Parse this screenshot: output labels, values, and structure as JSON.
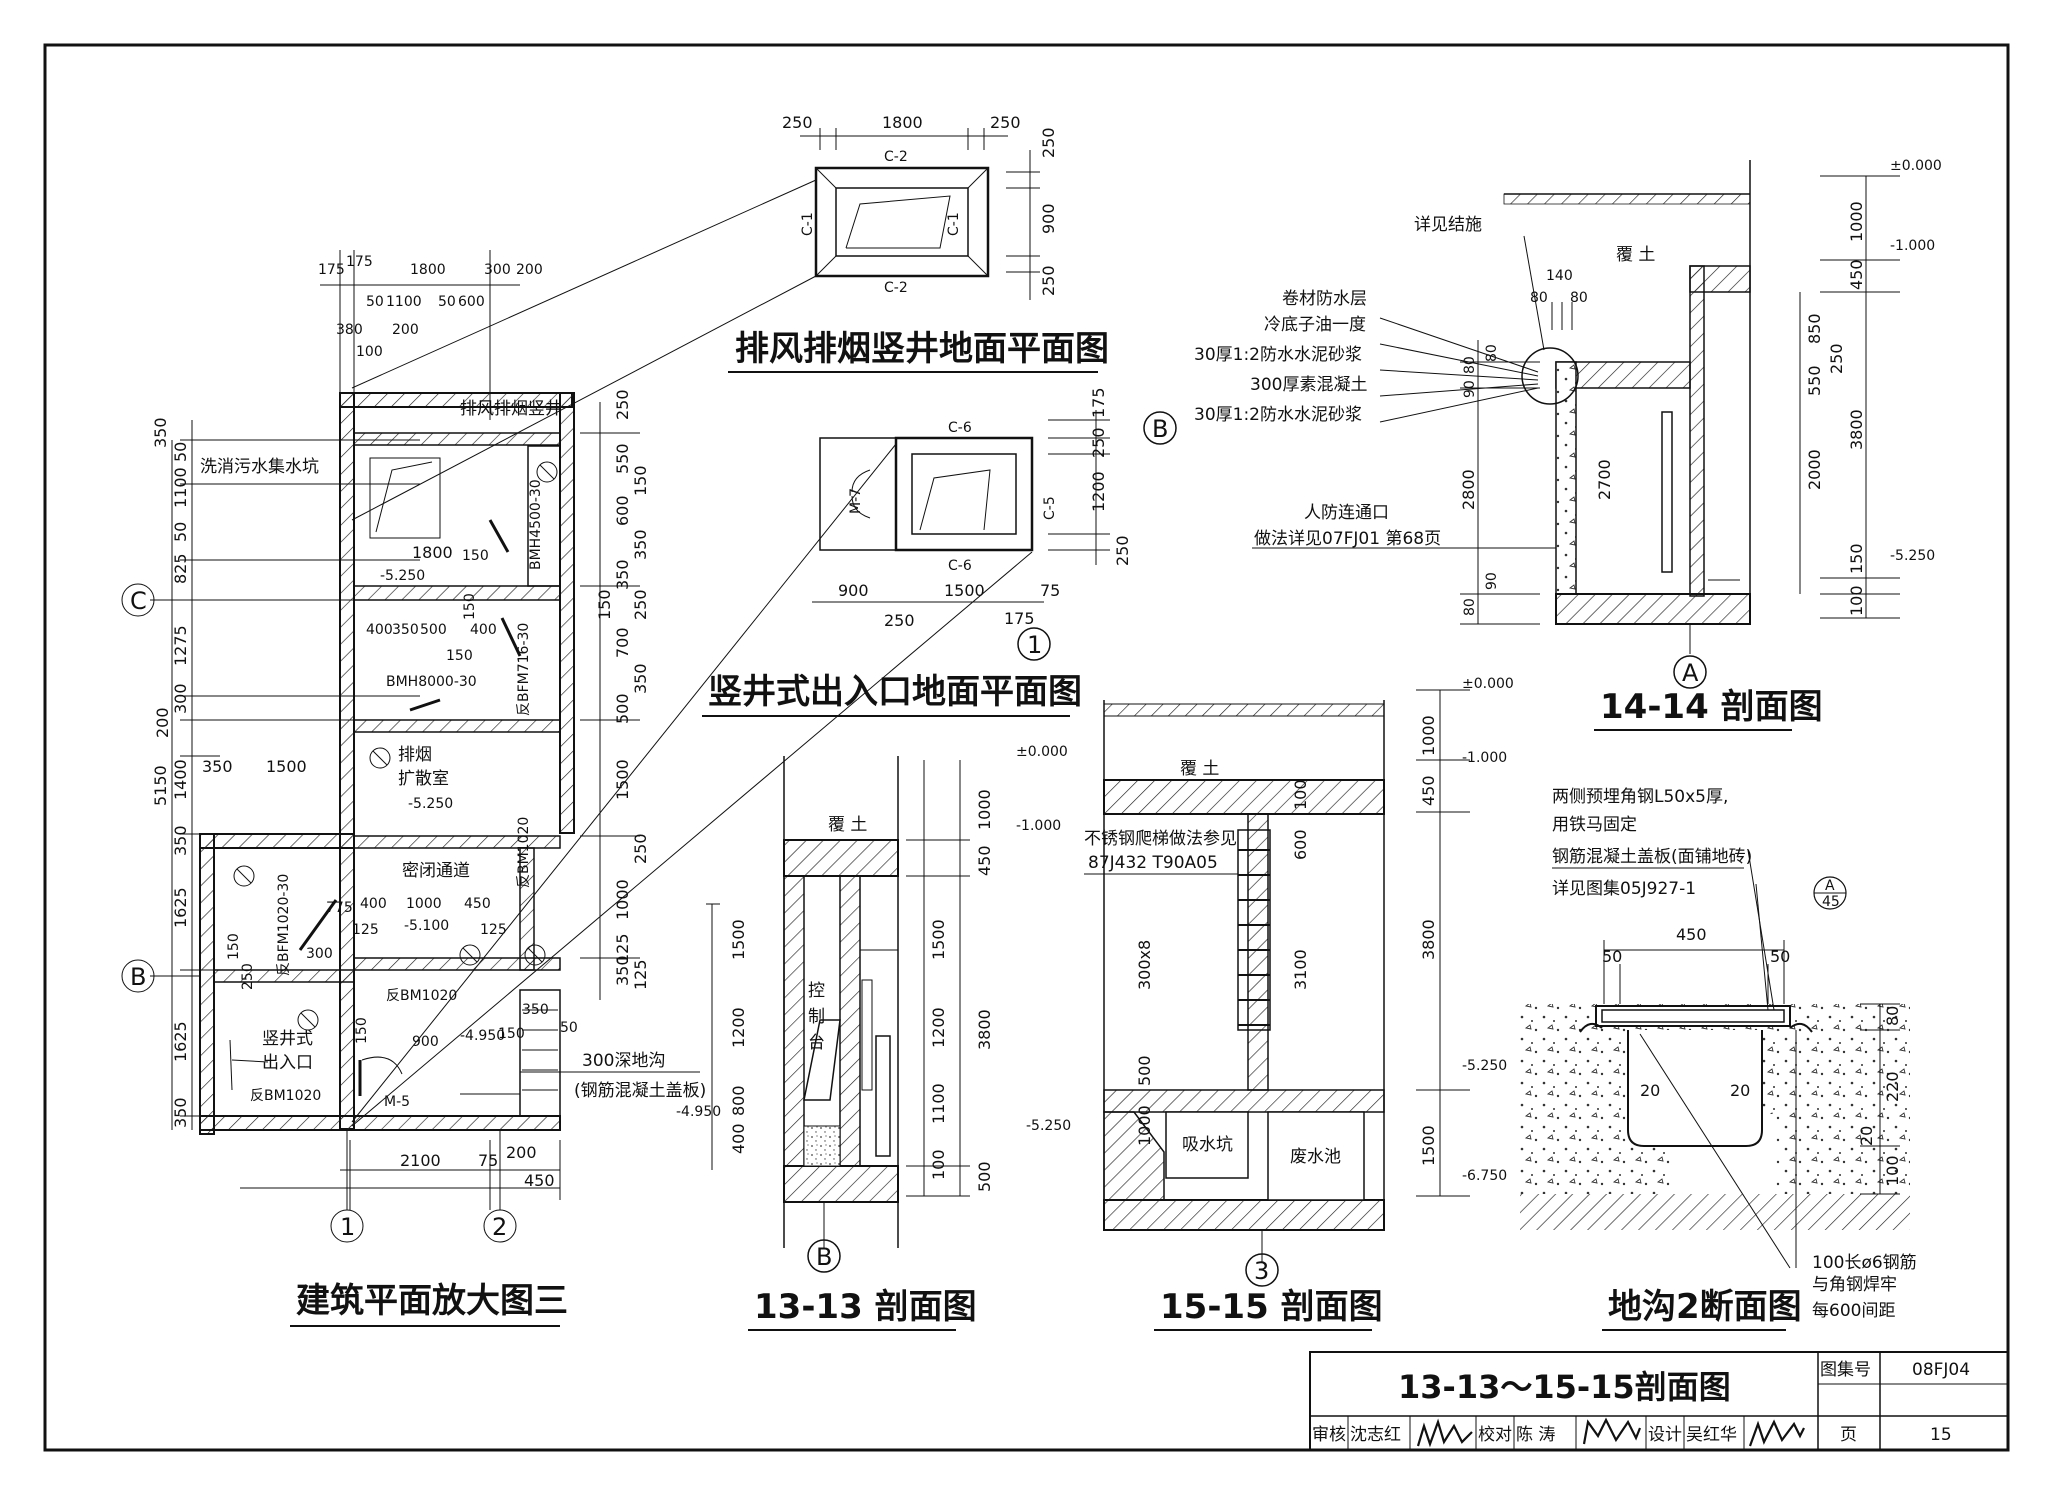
{
  "views": {
    "shaft_plan": {
      "title": "排风排烟竖井地面平面图",
      "dims_top": [
        "250",
        "1800",
        "250"
      ],
      "dims_right": [
        "250",
        "900",
        "250"
      ],
      "labels": [
        "C-2",
        "C-2",
        "C-1",
        "C-1"
      ]
    },
    "entrance_plan": {
      "title": "竖井式出入口地面平面图",
      "dims_right": [
        "175",
        "250",
        "1200",
        "250"
      ],
      "dims_bottom": [
        "900",
        "250",
        "1500",
        "175",
        "75"
      ],
      "labels": [
        "C-6",
        "C-6",
        "C-5",
        "M-7"
      ],
      "axis_b": "B",
      "axis_1": "1"
    },
    "plan3": {
      "title": "建筑平面放大图三",
      "dims_top": [
        "175",
        "175",
        "1800",
        "300",
        "200",
        "50",
        "1100",
        "50",
        "600",
        "380",
        "200",
        "100"
      ],
      "dims_left": [
        "350",
        "50",
        "1100",
        "50",
        "825",
        "1275",
        "300",
        "200",
        "1400",
        "5150",
        "350",
        "1625",
        "1625",
        "350"
      ],
      "dims_right": [
        "250",
        "550",
        "150",
        "600",
        "350",
        "350",
        "250",
        "150",
        "700",
        "350",
        "500",
        "1500",
        "250",
        "1000",
        "125",
        "350",
        "125"
      ],
      "dims_bottom": [
        "2100",
        "75",
        "200",
        "450"
      ],
      "dims_inner": [
        "1500",
        "350",
        "1800",
        "150",
        "400",
        "350",
        "500",
        "400",
        "150",
        "150",
        "400",
        "1000",
        "450",
        "775",
        "125",
        "125",
        "300",
        "150",
        "250",
        "150",
        "350",
        "50",
        "900",
        "150"
      ],
      "rooms": [
        "排风排烟竖井",
        "洗消污水集水坑",
        "排烟",
        "扩散室",
        "密闭通道",
        "竖井式",
        "出入口"
      ],
      "elev": [
        "-5.250",
        "-5.250",
        "-5.100",
        "-4.950"
      ],
      "doors": [
        "BMH4500-30",
        "反BFM716-30",
        "BMH8000-30",
        "反BM1020",
        "反BM1020",
        "反BFM1020-30",
        "反BM1020",
        "M-5"
      ],
      "notes": [
        "300深地沟",
        "(钢筋混凝土盖板)"
      ],
      "axis": [
        "C",
        "B",
        "1",
        "2"
      ]
    },
    "sec13": {
      "title": "13-13  剖面图",
      "elev": [
        "±0.000",
        "-1.000",
        "-4.950",
        "-5.250"
      ],
      "dims_left": [
        "1500",
        "1200",
        "800",
        "400"
      ],
      "dims_right": [
        "1000",
        "450",
        "1500",
        "1200",
        "1100",
        "100",
        "500",
        "3800"
      ],
      "labels": [
        "覆  土",
        "控",
        "制",
        "台"
      ],
      "axis": "B"
    },
    "sec15": {
      "title": "15-15  剖面图",
      "elev": [
        "±0.000",
        "-1.000",
        "-5.250",
        "-6.750"
      ],
      "dims_right": [
        "1000",
        "450",
        "3800",
        "1500"
      ],
      "dims_inner": [
        "100",
        "600",
        "3100",
        "300x8",
        "500",
        "1000"
      ],
      "labels": [
        "覆  土",
        "不锈钢爬梯做法参见",
        "87J432  T90A05",
        "吸水坑",
        "废水池"
      ],
      "axis": "3"
    },
    "sec14": {
      "title": "14-14  剖面图",
      "elev": [
        "±0.000",
        "-1.000",
        "-5.250"
      ],
      "dims_right": [
        "1000",
        "450",
        "850",
        "250",
        "550",
        "3800",
        "2000",
        "150",
        "100"
      ],
      "dims_left": [
        "80",
        "90",
        "80",
        "2800",
        "80",
        "90"
      ],
      "dims_top": [
        "140",
        "80",
        "80"
      ],
      "dims_inner": [
        "2700"
      ],
      "labels": [
        "详见结施",
        "覆  土",
        "卷材防水层",
        "冷底子油一度",
        "30厚1:2防水水泥砂浆",
        "300厚素混凝土",
        "30厚1:2防水水泥砂浆",
        "人防连通口",
        "做法详见07FJ01  第68页"
      ],
      "axis": "A"
    },
    "trench2": {
      "title": "地沟2断面图",
      "dims": [
        "450",
        "50",
        "50",
        "20",
        "20",
        "80",
        "220",
        "20",
        "100"
      ],
      "notes": [
        "两侧预埋角钢L50x5厚,",
        "用铁马固定",
        "钢筋混凝土盖板(面铺地砖)",
        "详见图集05J927-1",
        "100长ø6钢筋",
        "与角钢焊牢",
        "每600间距"
      ],
      "detail_ref_top": "A",
      "detail_ref_bottom": "45"
    }
  },
  "titleblock": {
    "sheet_title": "13-13～15-15剖面图",
    "atlas_label": "图集号",
    "atlas_no": "08FJ04",
    "row": [
      "审核",
      "沈志红",
      "校对",
      "陈  涛",
      "设计",
      "吴红华"
    ],
    "page_label": "页",
    "page_no": "15"
  }
}
